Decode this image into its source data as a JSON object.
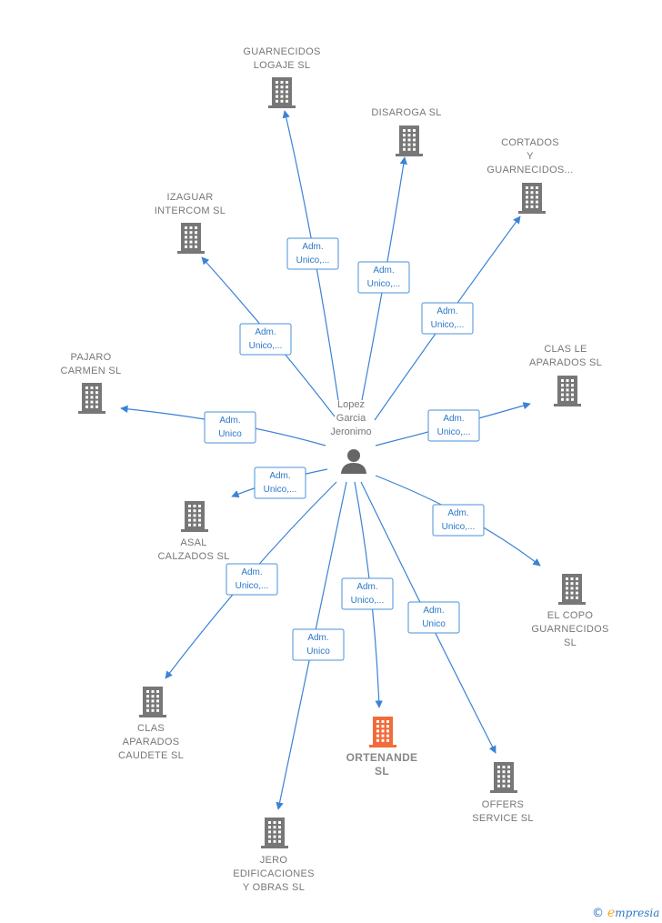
{
  "center": {
    "name_lines": [
      "Lopez",
      "Garcia",
      "Jeronimo"
    ],
    "icon": "person-icon"
  },
  "companies": [
    {
      "id": "guarnecidos-logaje",
      "lines": [
        "GUARNECIDOS",
        "LOGAJE  SL"
      ],
      "role": [
        "Adm.",
        "Unico,..."
      ],
      "highlight": false
    },
    {
      "id": "disaroga",
      "lines": [
        "DISAROGA  SL"
      ],
      "role": [
        "Adm.",
        "Unico,..."
      ],
      "highlight": false
    },
    {
      "id": "cortados-guarnecidos",
      "lines": [
        "CORTADOS",
        "Y",
        "GUARNECIDOS..."
      ],
      "role": [
        "Adm.",
        "Unico,..."
      ],
      "highlight": false
    },
    {
      "id": "izaguar-intercom",
      "lines": [
        "IZAGUAR",
        "INTERCOM  SL"
      ],
      "role": [
        "Adm.",
        "Unico,..."
      ],
      "highlight": false
    },
    {
      "id": "pajaro-carmen",
      "lines": [
        "PAJARO",
        "CARMEN SL"
      ],
      "role": [
        "Adm.",
        "Unico"
      ],
      "highlight": false
    },
    {
      "id": "clas-le-aparados",
      "lines": [
        "CLAS LE",
        "APARADOS SL"
      ],
      "role": [
        "Adm.",
        "Unico,..."
      ],
      "highlight": false
    },
    {
      "id": "asal-calzados",
      "lines": [
        "ASAL",
        "CALZADOS  SL"
      ],
      "role": [
        "Adm.",
        "Unico,..."
      ],
      "highlight": false
    },
    {
      "id": "el-copo-guarnecidos",
      "lines": [
        "EL COPO",
        "GUARNECIDOS",
        "SL"
      ],
      "role": [
        "Adm.",
        "Unico,..."
      ],
      "highlight": false
    },
    {
      "id": "clas-aparados-caudete",
      "lines": [
        "CLAS",
        "APARADOS",
        "CAUDETE  SL"
      ],
      "role": [
        "Adm.",
        "Unico,..."
      ],
      "highlight": false
    },
    {
      "id": "ortenande",
      "lines": [
        "ORTENANDE",
        "SL"
      ],
      "role": [
        "Adm.",
        "Unico,..."
      ],
      "highlight": true
    },
    {
      "id": "offers-service",
      "lines": [
        "OFFERS",
        "SERVICE SL"
      ],
      "role": [
        "Adm.",
        "Unico"
      ],
      "highlight": false
    },
    {
      "id": "jero-edificaciones",
      "lines": [
        "JERO",
        "EDIFICACIONES",
        "Y OBRAS SL"
      ],
      "role": [
        "Adm.",
        "Unico"
      ],
      "highlight": false
    }
  ],
  "colors": {
    "edge": "#3b82d6",
    "building": "#777777",
    "building_highlight": "#f26b3a",
    "person": "#666666"
  },
  "footer": {
    "copyright_symbol": "©",
    "brand_first_letter": "e",
    "brand_rest": "mpresia"
  }
}
